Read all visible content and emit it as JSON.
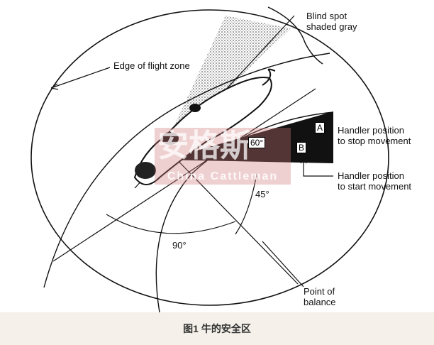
{
  "labels": {
    "blind_spot": [
      "Blind spot",
      "shaded gray"
    ],
    "edge": "Edge of flight zone",
    "stop": [
      "Handler position",
      "to stop movement"
    ],
    "start": [
      "Handler position",
      "to start movement"
    ],
    "angle_45": "45°",
    "angle_90": "90°",
    "angle_60": "60°",
    "pos_a": "A",
    "pos_b": "B",
    "balance": [
      "Point of",
      "balance"
    ]
  },
  "watermark": {
    "cn": "安格斯",
    "en": "China Cattleman"
  },
  "caption": "图1 牛的安全区"
}
